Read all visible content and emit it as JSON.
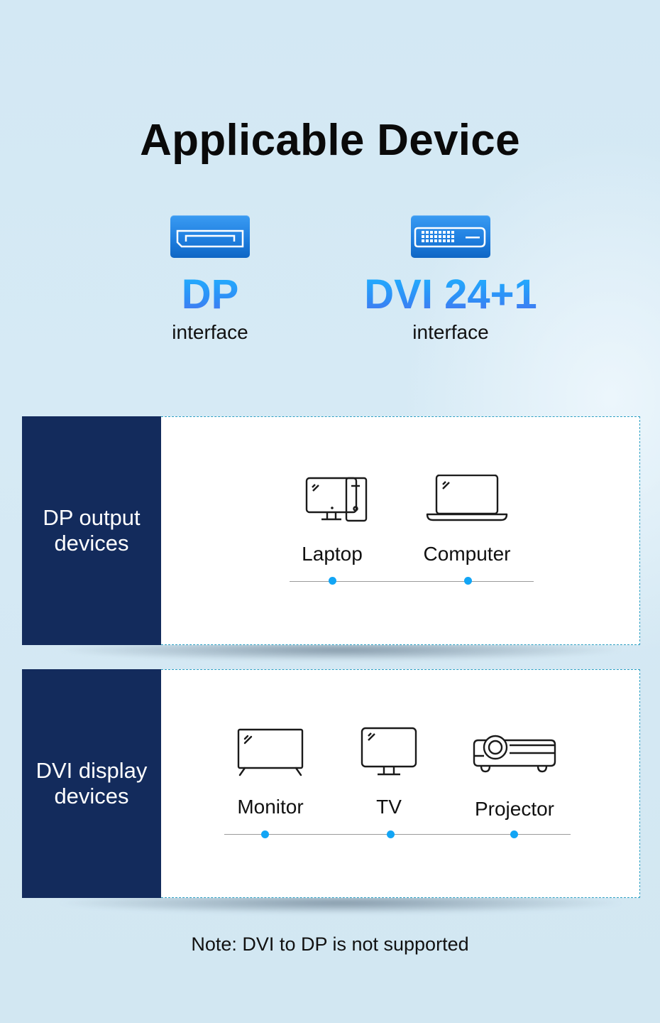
{
  "header": {
    "title": "Applicable Device"
  },
  "interfaces": [
    {
      "name": "DP",
      "subtitle": "interface",
      "icon": "displayport-icon"
    },
    {
      "name": "DVI 24+1",
      "subtitle": "interface",
      "icon": "dvi-port-icon"
    }
  ],
  "panels": [
    {
      "heading": "DP output devices",
      "devices": [
        {
          "label": "Laptop",
          "icon": "desktop-computer-icon"
        },
        {
          "label": "Computer",
          "icon": "laptop-icon"
        }
      ]
    },
    {
      "heading": "DVI display devices",
      "devices": [
        {
          "label": "Monitor",
          "icon": "monitor-icon"
        },
        {
          "label": "TV",
          "icon": "tv-icon"
        },
        {
          "label": "Projector",
          "icon": "projector-icon"
        }
      ]
    }
  ],
  "note": "Note: DVI to DP is not supported",
  "colors": {
    "panel_side": "#132b5c",
    "accent_blue": "#12a5f5",
    "dashed_border": "#2b9fc3",
    "badge_blue": "#1f7fe0"
  }
}
